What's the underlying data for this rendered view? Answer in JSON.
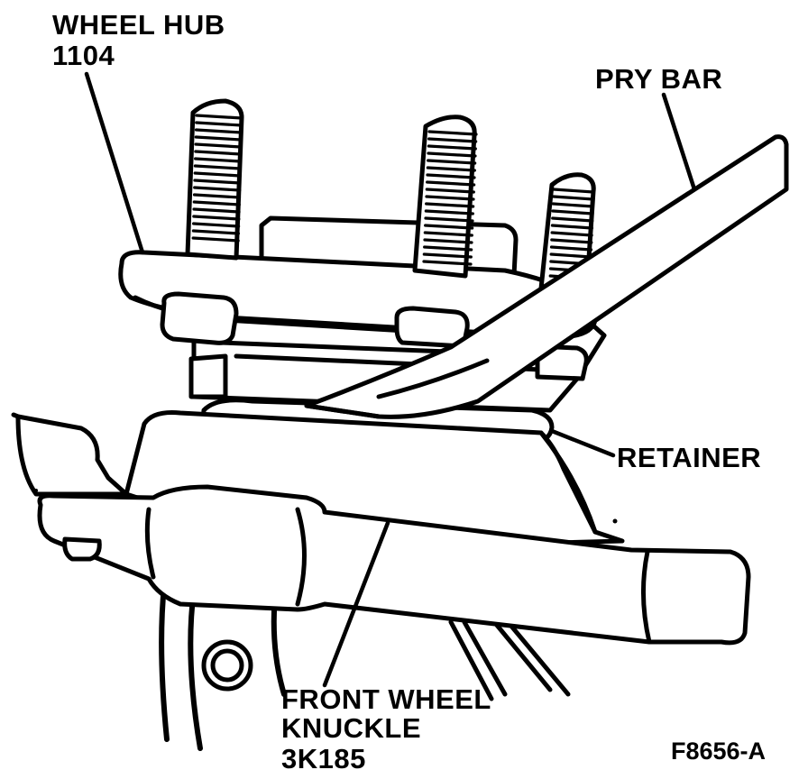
{
  "labels": {
    "wheel_hub": "WHEEL HUB",
    "wheel_hub_part": "1104",
    "pry_bar": "PRY BAR",
    "retainer": "RETAINER",
    "knuckle_line1": "FRONT WHEEL",
    "knuckle_line2": "KNUCKLE",
    "knuckle_part": "3K185"
  },
  "figure_id": "F8656-A"
}
